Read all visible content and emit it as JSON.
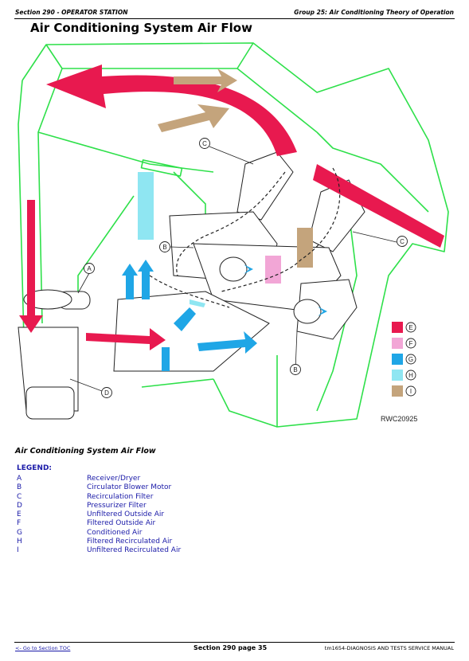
{
  "header": {
    "section": "Section 290 - OPERATOR STATION",
    "group": "Group 25: Air Conditioning Theory of Operation"
  },
  "title": "Air Conditioning System Air Flow",
  "figure": {
    "ref": "RWC20925",
    "callouts": [
      "A",
      "B",
      "C",
      "D",
      "E",
      "F",
      "G",
      "H",
      "I"
    ],
    "key": [
      {
        "letter": "E",
        "color": "#e8194f"
      },
      {
        "letter": "F",
        "color": "#f2a6d6"
      },
      {
        "letter": "G",
        "color": "#1fa6e6"
      },
      {
        "letter": "H",
        "color": "#8fe6f2"
      },
      {
        "letter": "I",
        "color": "#c4a47c"
      }
    ],
    "line_color": "#2ee04a"
  },
  "caption": "Air Conditioning System Air Flow",
  "legend": {
    "heading": "LEGEND:",
    "items": [
      {
        "key": "A",
        "label": "Receiver/Dryer"
      },
      {
        "key": "B",
        "label": "Circulator Blower Motor"
      },
      {
        "key": "C",
        "label": "Recirculation Filter"
      },
      {
        "key": "D",
        "label": "Pressurizer Filter"
      },
      {
        "key": "E",
        "label": "Unfiltered Outside Air"
      },
      {
        "key": "F",
        "label": "Filtered Outside Air"
      },
      {
        "key": "G",
        "label": "Conditioned Air"
      },
      {
        "key": "H",
        "label": "Filtered Recirculated Air"
      },
      {
        "key": "I",
        "label": "Unfiltered Recirculated Air"
      }
    ]
  },
  "footer": {
    "toc_link": "<- Go to Section TOC",
    "page": "Section 290 page 35",
    "manual": "tm1654-DIAGNOSIS AND TESTS SERVICE MANUAL"
  }
}
